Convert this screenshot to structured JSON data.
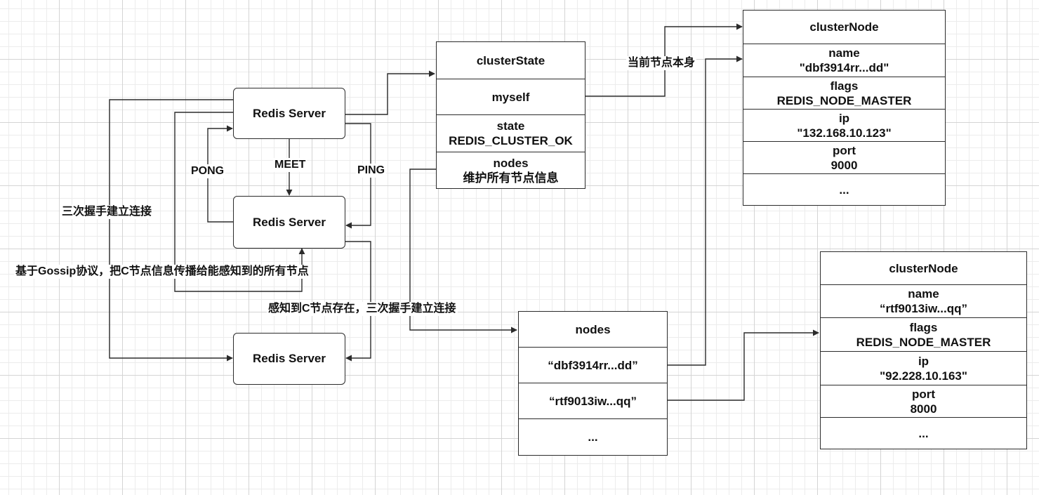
{
  "servers": [
    "Redis Server",
    "Redis Server",
    "Redis Server"
  ],
  "labels": {
    "meet": "MEET",
    "pong": "PONG",
    "ping": "PING",
    "handshake": "三次握手建立连接",
    "gossip": "基于Gossip协议，把C节点信息传播给能感知到的所有节点",
    "sense": "感知到C节点存在，三次握手建立连接",
    "myself_note": "当前节点本身"
  },
  "cluster_state": {
    "title": "clusterState",
    "myself": "myself",
    "state": [
      "state",
      "REDIS_CLUSTER_OK"
    ],
    "nodes": [
      "nodes",
      "维护所有节点信息"
    ]
  },
  "nodes_dict": {
    "title": "nodes",
    "entries": [
      "“dbf3914rr...dd”",
      "“rtf9013iw...qq”",
      "..."
    ]
  },
  "node1": {
    "title": "clusterNode",
    "name": [
      "name",
      "\"dbf3914rr...dd\""
    ],
    "flags": [
      "flags",
      "REDIS_NODE_MASTER"
    ],
    "ip": [
      "ip",
      "\"132.168.10.123\""
    ],
    "port": [
      "port",
      "9000"
    ],
    "more": "..."
  },
  "node2": {
    "title": "clusterNode",
    "name": [
      "name",
      "“rtf9013iw...qq”"
    ],
    "flags": [
      "flags",
      "REDIS_NODE_MASTER"
    ],
    "ip": [
      "ip",
      "\"92.228.10.163\""
    ],
    "port": [
      "port",
      "8000"
    ],
    "more": "..."
  },
  "colors": {
    "line": "#2b2b2b",
    "grid": "#d4d4d4"
  }
}
